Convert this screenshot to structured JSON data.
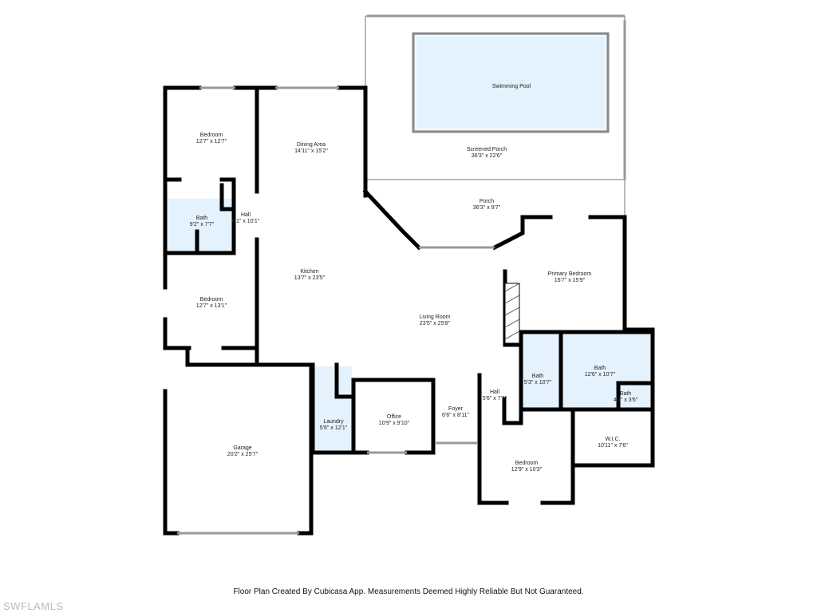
{
  "rooms": {
    "pool": {
      "name": "Swimming Pool"
    },
    "screened_porch": {
      "name": "Screened Porch",
      "size": "36'3\" x 22'6\""
    },
    "porch": {
      "name": "Porch",
      "size": "36'3\" x 9'7\""
    },
    "bedroom1": {
      "name": "Bedroom",
      "size": "12'7\" x 12'7\""
    },
    "dining": {
      "name": "Dining Area",
      "size": "14'11\" x 15'2\""
    },
    "bath1": {
      "name": "Bath",
      "size": "9'2\" x 7'7\""
    },
    "hall1": {
      "name": "Hall",
      "size": "8'1\" x 10'1\""
    },
    "kitchen": {
      "name": "Kitchen",
      "size": "13'7\" x 23'5\""
    },
    "bedroom2": {
      "name": "Bedroom",
      "size": "12'7\" x 13'1\""
    },
    "living": {
      "name": "Living Room",
      "size": "23'5\" x 25'8\""
    },
    "primary": {
      "name": "Primary Bedroom",
      "size": "16'7\" x 15'9\""
    },
    "bath2": {
      "name": "Bath",
      "size": "5'3\" x 10'7\""
    },
    "bath3": {
      "name": "Bath",
      "size": "12'6\" x 10'7\""
    },
    "bath4": {
      "name": "Bath",
      "size": "4'4\" x 3'6\""
    },
    "hall2": {
      "name": "Hall",
      "size": "5'6\" x 7'1\""
    },
    "foyer": {
      "name": "Foyer",
      "size": "6'6\" x 8'11\""
    },
    "office": {
      "name": "Office",
      "size": "10'9\" x 9'10\""
    },
    "laundry": {
      "name": "Laundry",
      "size": "5'6\" x 12'1\""
    },
    "garage": {
      "name": "Garage",
      "size": "20'2\" x 25'7\""
    },
    "wic": {
      "name": "W.I.C.",
      "size": "10'11\" x 7'6\""
    },
    "bedroom3": {
      "name": "Bedroom",
      "size": "12'9\" x 10'3\""
    }
  },
  "footer": "Floor Plan Created By Cubicasa App. Measurements Deemed Highly Reliable But Not Guaranteed.",
  "watermark": "SWFLAMLS",
  "colors": {
    "wet_room": "#e3f2fd",
    "pool": "#e3f2fd",
    "wall": "#000000"
  }
}
